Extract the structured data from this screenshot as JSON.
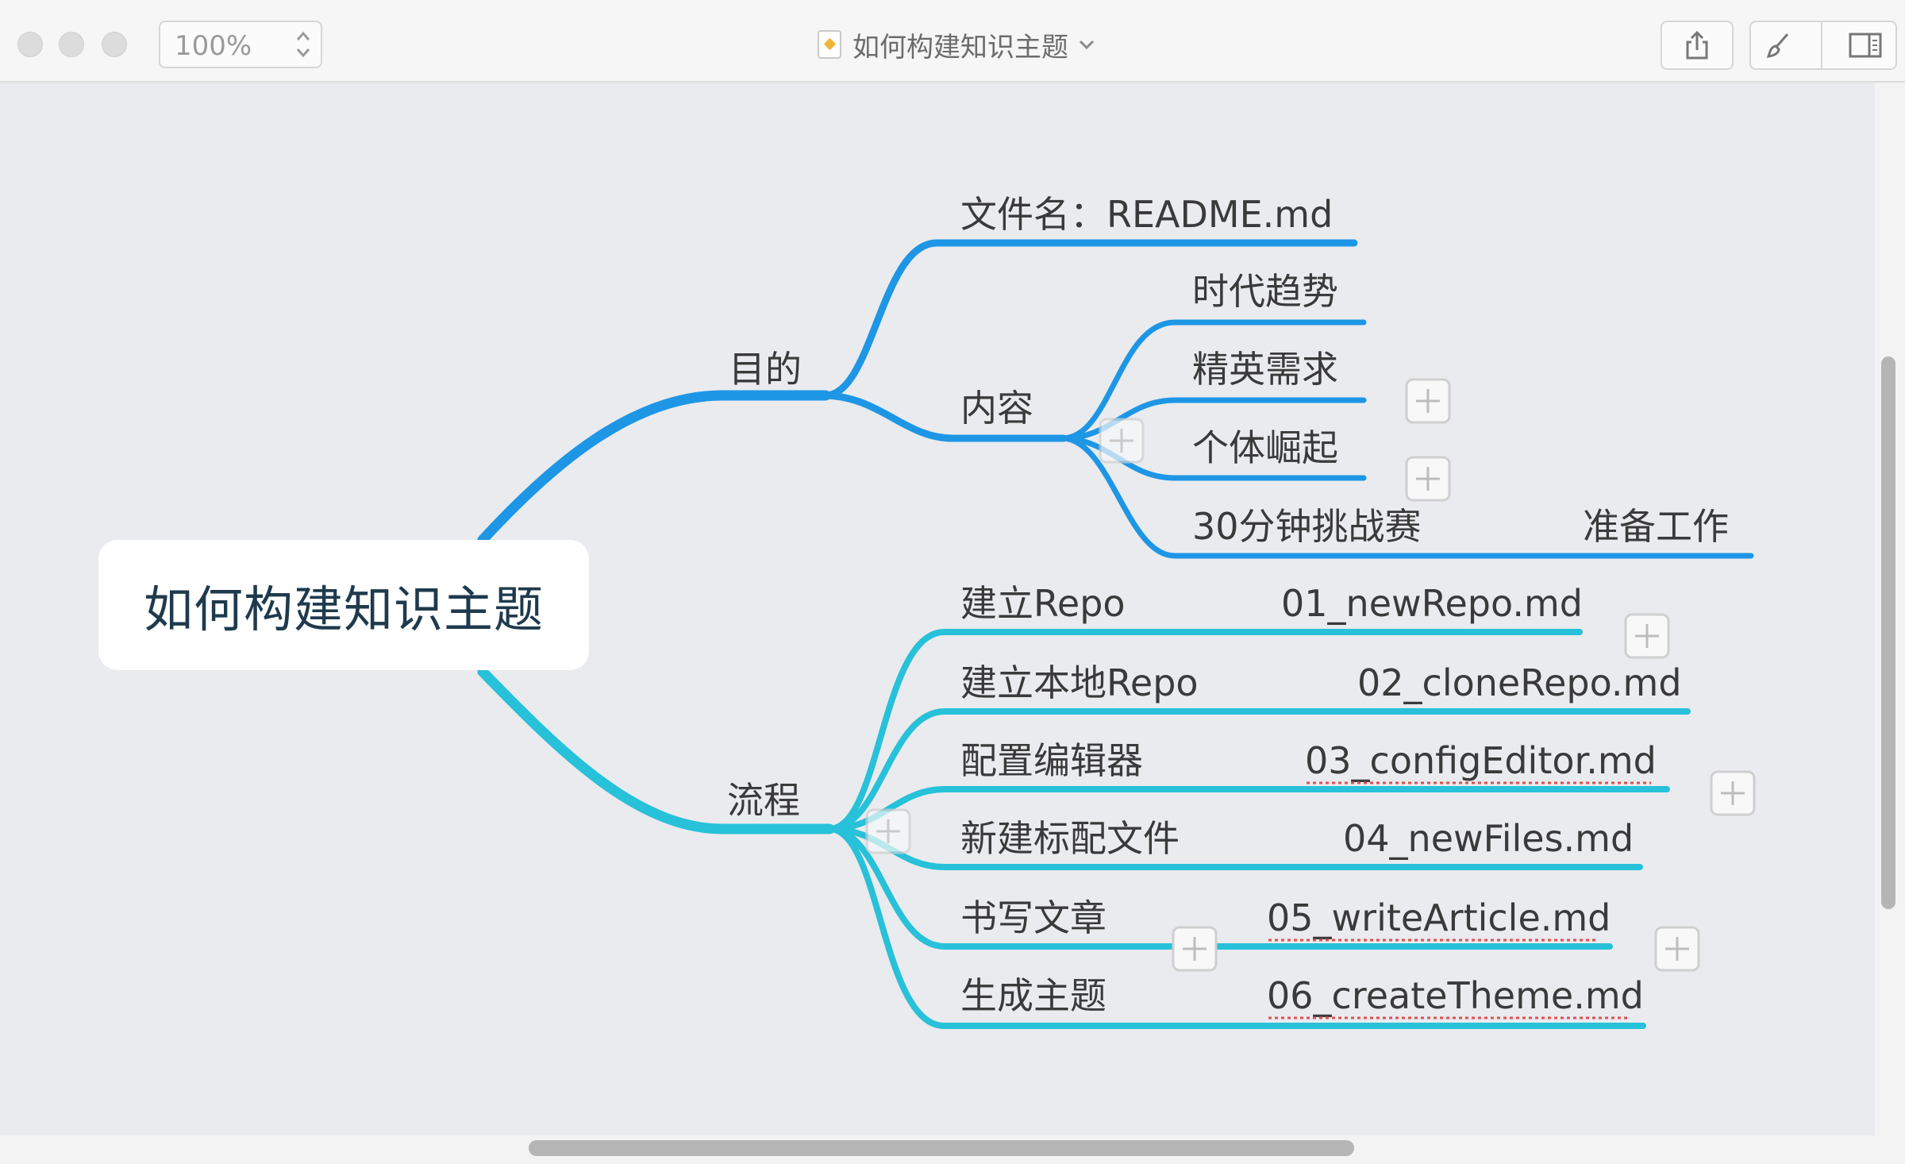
{
  "window": {
    "zoom": "100%",
    "document_title": "如何构建知识主题",
    "toolbar": {
      "share_icon": "share-icon",
      "format_icon": "brush-icon",
      "sidebar_icon": "sidebar-toggle-icon"
    }
  },
  "colors": {
    "branch_blue": "#1e96e6",
    "branch_cyan": "#27c1d9",
    "canvas_bg": "#eaebee"
  },
  "mindmap": {
    "central": "如何构建知识主题",
    "purpose": {
      "label": "目的",
      "filename": "文件名：README.md",
      "content": {
        "label": "内容",
        "items": [
          "时代趋势",
          "精英需求",
          "个体崛起",
          "30分钟挑战赛"
        ],
        "challenge_child": "准备工作"
      }
    },
    "process": {
      "label": "流程",
      "steps": [
        {
          "label": "建立Repo",
          "file": "01_newRepo.md"
        },
        {
          "label": "建立本地Repo",
          "file": "02_cloneRepo.md"
        },
        {
          "label": "配置编辑器",
          "file": "03_configEditor.md"
        },
        {
          "label": "新建标配文件",
          "file": "04_newFiles.md"
        },
        {
          "label": "书写文章",
          "file": "05_writeArticle.md"
        },
        {
          "label": "生成主题",
          "file": "06_createTheme.md"
        }
      ]
    }
  }
}
